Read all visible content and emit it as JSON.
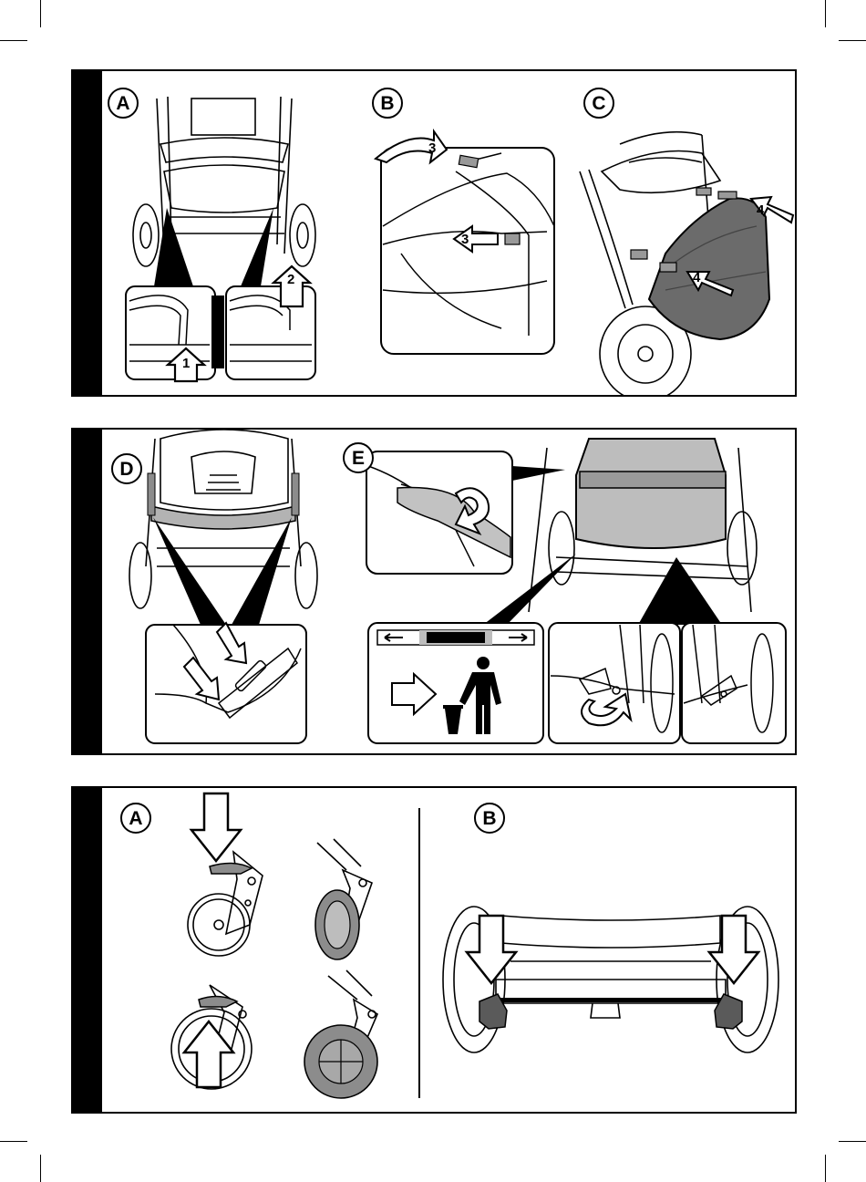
{
  "panel1": {
    "labels": {
      "a": "A",
      "b": "B",
      "c": "C"
    },
    "steps": {
      "one": "1",
      "two": "2",
      "three_top": "3",
      "three_mid": "3",
      "four_right": "4",
      "four_left": "4"
    }
  },
  "panel2": {
    "labels": {
      "d": "D",
      "e": "E"
    }
  },
  "panel3": {
    "labels": {
      "a": "A",
      "b": "B"
    }
  },
  "colors": {
    "ink": "#000000",
    "fill_grey": "#8c8c8c",
    "light_grey": "#bdbdbd",
    "dark_grey": "#5a5a5a"
  }
}
